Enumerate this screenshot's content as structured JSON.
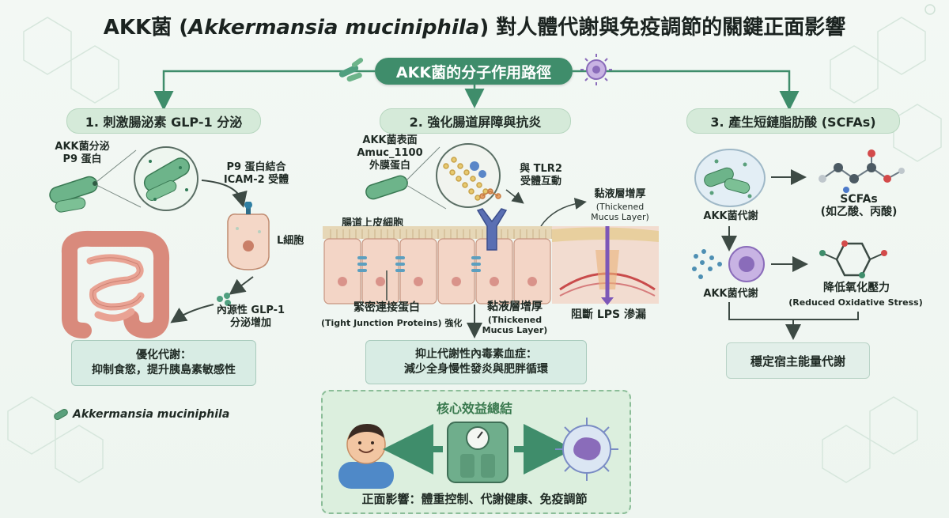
{
  "title_prefix": "AKK菌 (",
  "title_italic": "Akkermansia muciniphila",
  "title_suffix": ") 對人體代謝與免疫調節的關鍵正面影響",
  "main_label": "AKK菌的分子作用路徑",
  "sec1": {
    "title": "1. 刺激腸泌素 GLP-1 分泌",
    "akk_secrete": [
      "AKK菌分泌",
      "P9 蛋白"
    ],
    "p9_bind": [
      "P9 蛋白結合",
      "ICAM-2 受體"
    ],
    "l_cell": "L細胞",
    "glp1": [
      "內源性 GLP-1",
      "分泌增加"
    ],
    "result": [
      "優化代謝：",
      "抑制食慾，提升胰島素敏感性"
    ]
  },
  "sec2": {
    "title": "2. 強化腸道屏障與抗炎",
    "surface": [
      "AKK菌表面",
      "Amuc_1100",
      "外膜蛋白"
    ],
    "tlr2": [
      "與 TLR2",
      "受體互動"
    ],
    "mucus_top": "黏液層增厚",
    "mucus_top_en": [
      "(Thickened",
      "Mucus Layer)"
    ],
    "epithelial": "腸道上皮細胞",
    "tight": "緊密連接蛋白",
    "tight_en": "(Tight Junction Proteins) 強化",
    "mucus_mid": "黏液層增厚",
    "mucus_mid_en": [
      "(Thickened",
      "Mucus Layer)"
    ],
    "lps": "阻斷 LPS 滲漏",
    "result": [
      "抑止代謝性內毒素血症：",
      "減少全身慢性發炎與肥胖循環"
    ]
  },
  "sec3": {
    "title": "3. 產生短鏈脂肪酸 (SCFAs)",
    "akk_meta1": "AKK菌代謝",
    "scfa": [
      "SCFAs",
      "(如乙酸、丙酸)"
    ],
    "akk_meta2": "AKK菌代謝",
    "oxid": "降低氧化壓力",
    "oxid_en": "(Reduced Oxidative Stress)",
    "result": "穩定宿主能量代謝"
  },
  "summary": {
    "title": "核心效益總結",
    "footer": "正面影響：體重控制、代謝健康、免疫調節"
  },
  "legend": "Akkermansia muciniphila",
  "colors": {
    "accent": "#3f8d6b",
    "pill": "#d5ead9",
    "box": "#d8ece4",
    "arrow": "#3d4a44"
  }
}
